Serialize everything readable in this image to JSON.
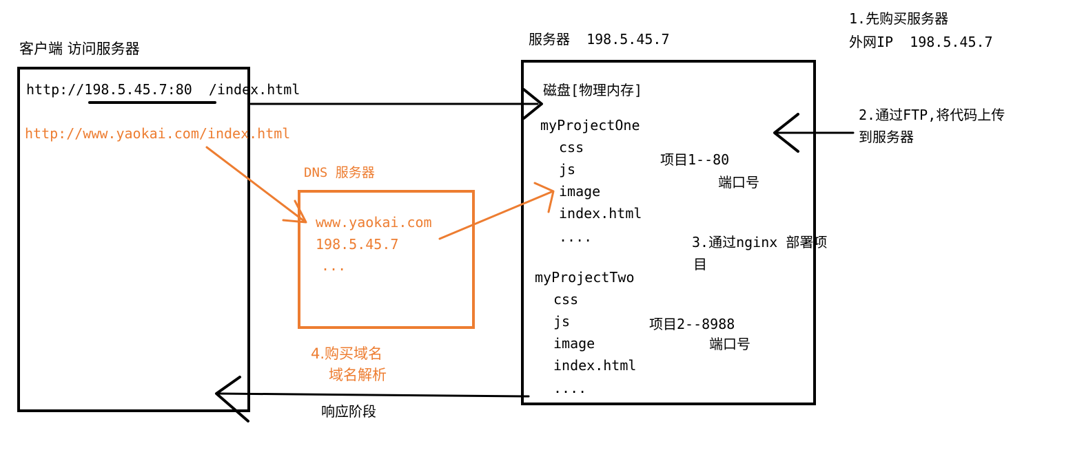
{
  "colors": {
    "ink": "#000000",
    "accent": "#ED7D31",
    "background": "#ffffff"
  },
  "client": {
    "title": "客户端 访问服务器",
    "url_ip": "http://198.5.45.7:80  /index.html",
    "url_domain": "http://www.yaokai.com/index.html"
  },
  "dns": {
    "title": "DNS 服务器",
    "domain": "www.yaokai.com",
    "ip": "198.5.45.7",
    "more": "..."
  },
  "server": {
    "title": "服务器  198.5.45.7",
    "disk": "磁盘[物理内存]",
    "project_one": {
      "name": "myProjectOne",
      "files": [
        "css",
        "js",
        "image",
        "index.html",
        "...."
      ],
      "label": "项目1--80",
      "port_label": "端口号"
    },
    "project_two": {
      "name": "myProjectTwo",
      "files": [
        "css",
        "js",
        "image",
        "index.html",
        "...."
      ],
      "label": "项目2--8988",
      "port_label": "端口号"
    }
  },
  "steps": {
    "step1_line1": "1.先购买服务器",
    "step1_line2": "外网IP  198.5.45.7",
    "step2_line1": "2.通过FTP,将代码上传",
    "step2_line2": "到服务器",
    "step3_line1": "3.通过nginx 部署项",
    "step3_line2": "目",
    "step4_line1": "4.购买域名",
    "step4_line2": "域名解析"
  },
  "response_label": "响应阶段"
}
